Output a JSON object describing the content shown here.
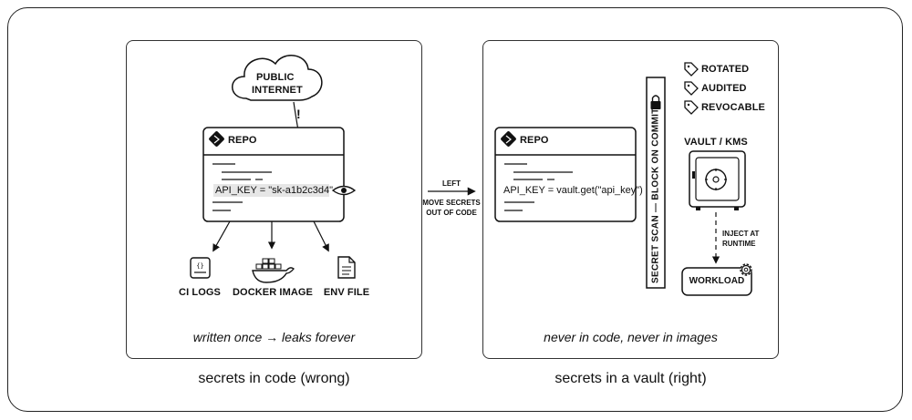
{
  "left": {
    "cloud": {
      "line1": "PUBLIC",
      "line2": "INTERNET"
    },
    "exposure_mark": "!",
    "repo": {
      "label": "REPO",
      "secret_line": "API_KEY = \"sk-a1b2c3d4\""
    },
    "outputs": [
      {
        "label": "CI LOGS",
        "icon": "ci-logs-icon"
      },
      {
        "label": "DOCKER IMAGE",
        "icon": "docker-whale-icon"
      },
      {
        "label": "ENV FILE",
        "icon": "file-icon"
      }
    ],
    "footer": "written once → leaks forever",
    "title": "secrets in code (wrong)"
  },
  "middle": {
    "line1": "LEFT",
    "line2": "MOVE SECRETS",
    "line3": "OUT OF CODE"
  },
  "right": {
    "repo": {
      "label": "REPO",
      "secret_line": "API_KEY = vault.get(\"api_key\")"
    },
    "scan_bar": "SECRET SCAN — BLOCK ON COMMIT",
    "tags": [
      "ROTATED",
      "AUDITED",
      "REVOCABLE"
    ],
    "vault_label": "VAULT / KMS",
    "inject": {
      "line1": "INJECT AT",
      "line2": "RUNTIME"
    },
    "workload": "WORKLOAD",
    "footer": "never in code, never in images",
    "title": "secrets in a vault (right)"
  },
  "colors": {
    "stroke": "#111111",
    "highlight": "#e6e6e6"
  }
}
